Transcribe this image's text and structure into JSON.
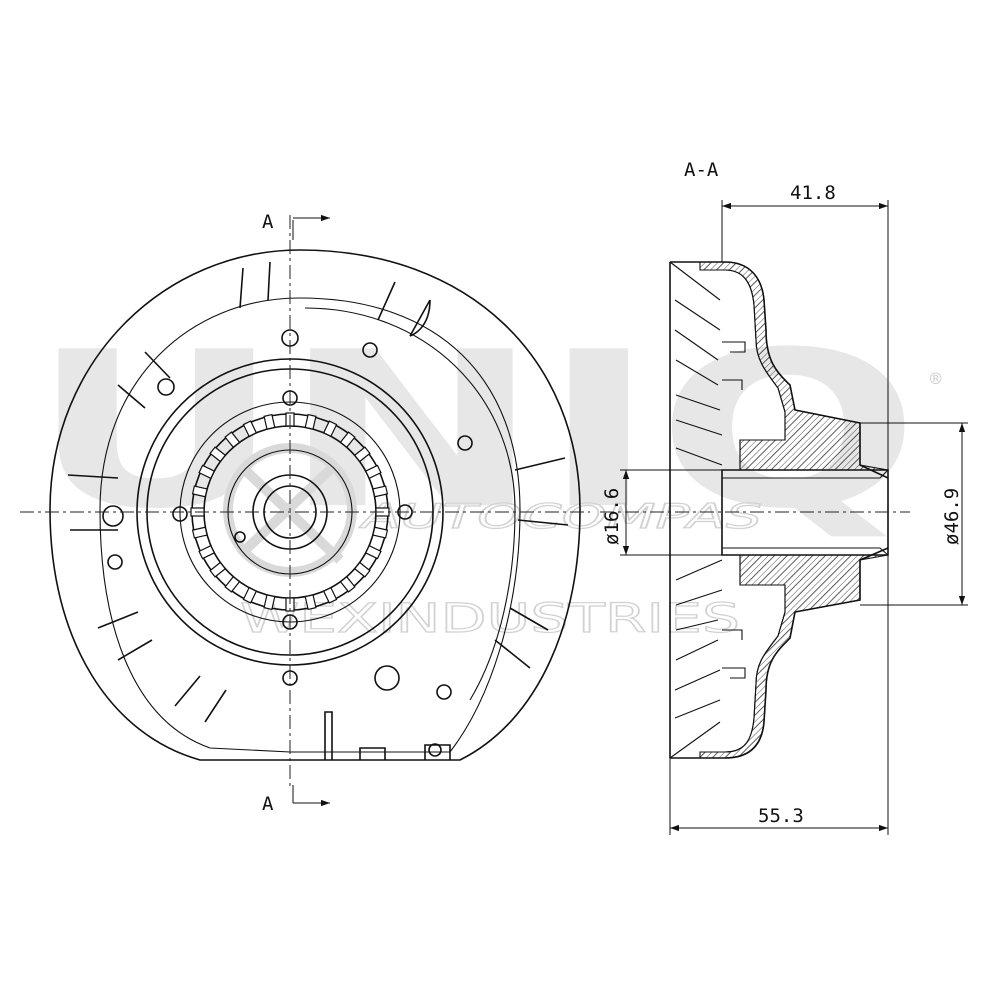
{
  "section": {
    "view_label": "A-A",
    "cut_label_top": "A",
    "cut_label_bottom": "A"
  },
  "dimensions": {
    "top_width": "41.8",
    "bottom_width": "55.3",
    "inner_diameter": "ø16.6",
    "outer_diameter": "ø46.9"
  },
  "watermark": {
    "brand": "UNIQ",
    "registered": "®",
    "line1": "AUTOCOMPAS",
    "line2": "WEXINDUSTRIES"
  }
}
